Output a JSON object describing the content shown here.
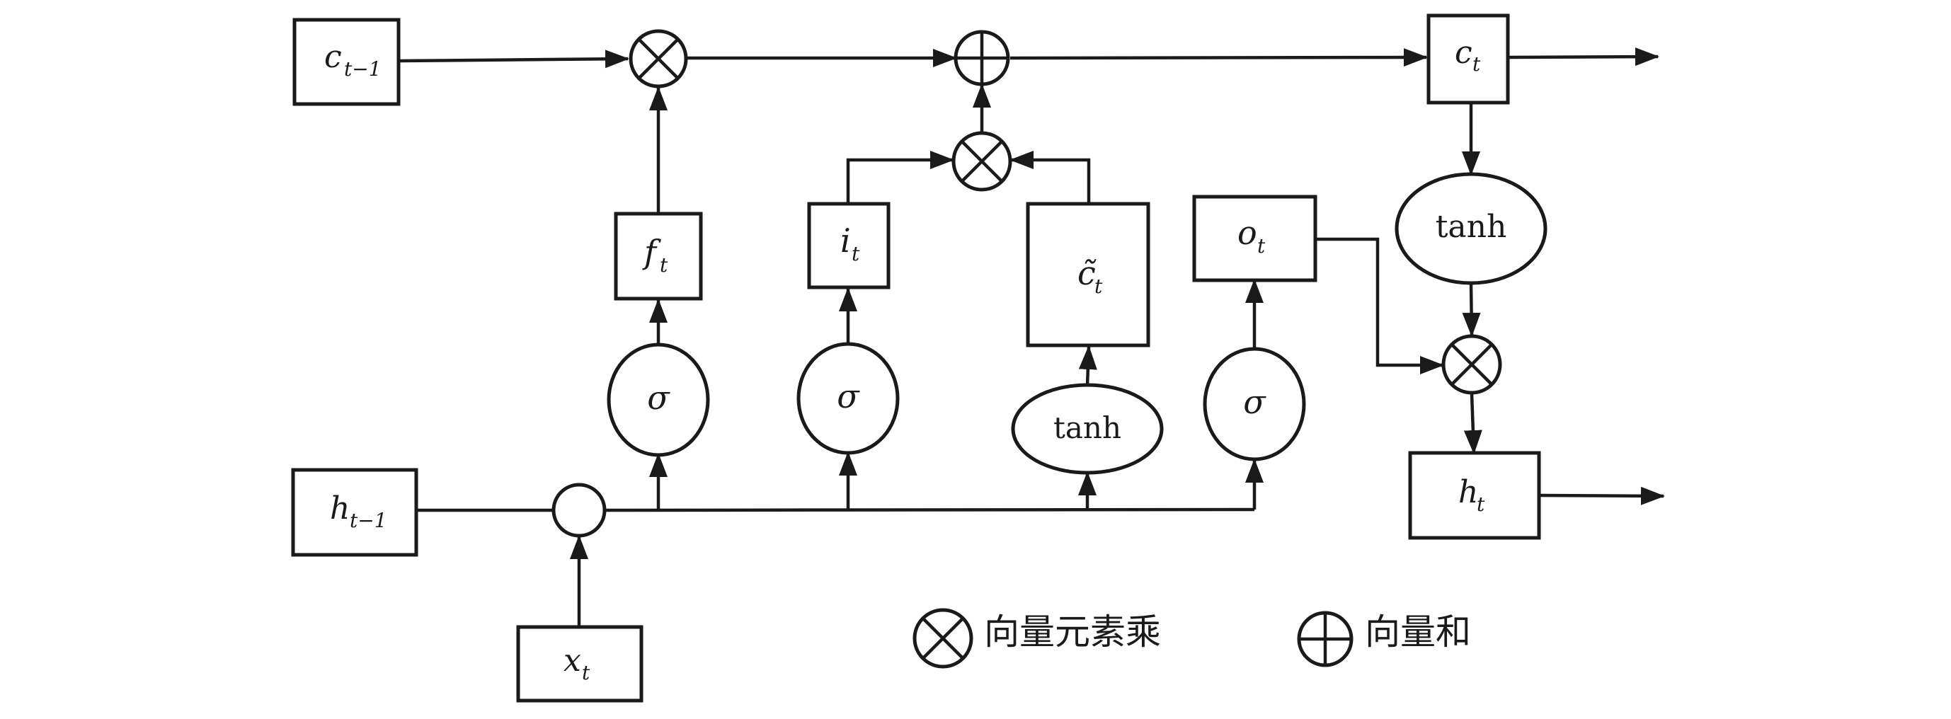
{
  "nodes": {
    "c_prev": {
      "main": "c",
      "sub": "t−1"
    },
    "h_prev": {
      "main": "h",
      "sub": "t−1"
    },
    "x_t": {
      "main": "x",
      "sub": "t"
    },
    "f_t": {
      "main": "f",
      "sub": "t"
    },
    "i_t": {
      "main": "i",
      "sub": "t"
    },
    "c_tilde": {
      "main": "c̃",
      "sub": "t"
    },
    "o_t": {
      "main": "o",
      "sub": "t"
    },
    "c_t": {
      "main": "c",
      "sub": "t"
    },
    "h_t": {
      "main": "h",
      "sub": "t"
    }
  },
  "activations": {
    "sigma": "σ",
    "tanh": "tanh"
  },
  "legend": {
    "multiply_label": "向量元素乘",
    "add_label": "向量和"
  }
}
